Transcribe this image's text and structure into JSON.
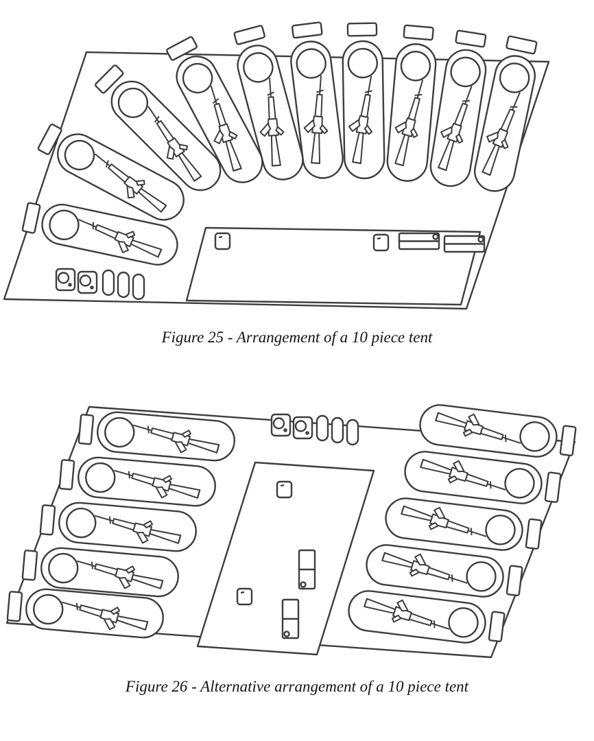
{
  "page": {
    "background": "#ffffff",
    "ink_color": "#3d3d3d"
  },
  "figures": [
    {
      "id": "figure-25",
      "caption": "Figure 25 - Arrangement of a 10 piece tent",
      "sleeping_bag_count": 10,
      "layout": "fan"
    },
    {
      "id": "figure-26",
      "caption": "Figure 26 - Alternative arrangement of a 10 piece tent",
      "sleeping_bag_count": 10,
      "layout": "two-columns"
    }
  ],
  "icons": {
    "sleeping_bag": "stadium-outline-with-head-circle",
    "rifle": "rifle-line-art",
    "pack": "small-rectangle",
    "table": "divided-rectangle-with-circle",
    "stool": "small-rounded-square",
    "pot": "square-with-circle",
    "bottle": "vertical-oval"
  }
}
